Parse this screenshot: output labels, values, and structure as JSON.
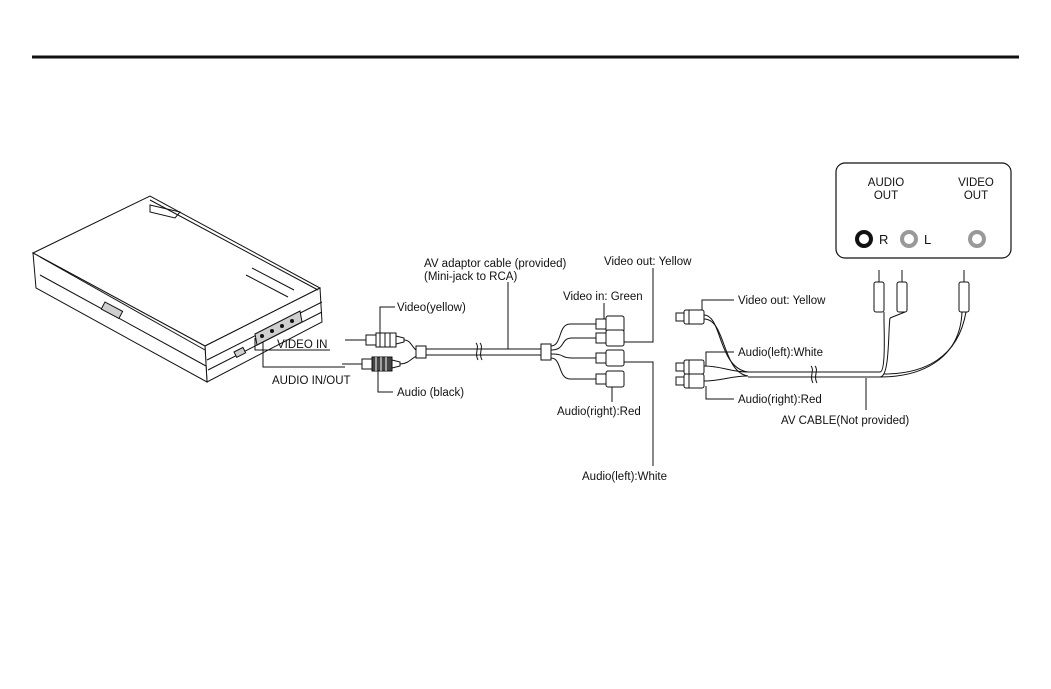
{
  "labels": {
    "av_adaptor_line1": "AV adaptor cable (provided)",
    "av_adaptor_line2": "(Mini-jack to RCA)",
    "video_yellow": "Video(yellow)",
    "video_in": "VIDEO IN",
    "audio_in_out": "AUDIO IN/OUT",
    "audio_black": "Audio (black)",
    "video_in_green": "Video in: Green",
    "video_out_yellow_top": "Video out: Yellow",
    "audio_right_red_adaptor": "Audio(right):Red",
    "audio_left_white_adaptor": "Audio(left):White",
    "video_out_yellow_av": "Video out: Yellow",
    "audio_left_white_av": "Audio(left):White",
    "audio_right_red_av": "Audio(right):Red",
    "av_cable": "AV CABLE(Not provided)"
  },
  "tv_panel": {
    "audio_out_line1": "AUDIO",
    "audio_out_line2": "OUT",
    "video_out_line1": "VIDEO",
    "video_out_line2": "OUT",
    "jack_r": "R",
    "jack_l": "L"
  },
  "colors": {
    "ink": "#111111",
    "background": "#ffffff"
  }
}
